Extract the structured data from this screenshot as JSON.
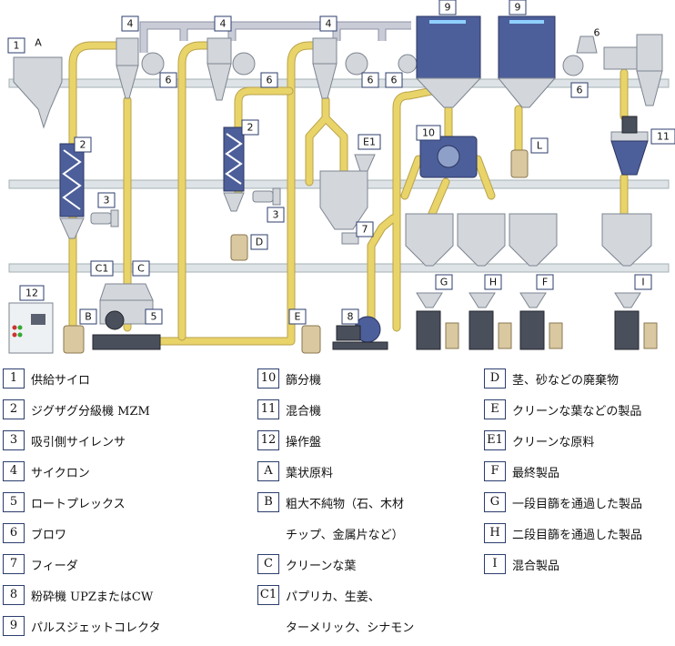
{
  "plant_labels": {
    "n1": "1",
    "A": "A",
    "n2a": "2",
    "n2b": "2",
    "n3a": "3",
    "n3b": "3",
    "n4a": "4",
    "n4b": "4",
    "n4c": "4",
    "n5": "5",
    "n6a": "6",
    "n6b": "6",
    "n6c": "6",
    "n6d": "6",
    "n6e": "6",
    "n6f": "6",
    "n7": "7",
    "n8": "8",
    "n9a": "9",
    "n9b": "9",
    "n10": "10",
    "n11": "11",
    "n12": "12",
    "B": "B",
    "C": "C",
    "C1": "C1",
    "D": "D",
    "E": "E",
    "E1": "E1",
    "F": "F",
    "G": "G",
    "H": "H",
    "I": "I",
    "L": "L"
  },
  "legend": {
    "col1": [
      {
        "code": "1",
        "text": "供給サイロ"
      },
      {
        "code": "2",
        "text": "ジグザグ分級機 MZM"
      },
      {
        "code": "3",
        "text": "吸引側サイレンサ"
      },
      {
        "code": "4",
        "text": "サイクロン"
      },
      {
        "code": "5",
        "text": "ロートプレックス"
      },
      {
        "code": "6",
        "text": "ブロワ"
      },
      {
        "code": "7",
        "text": "フィーダ"
      },
      {
        "code": "8",
        "text": "粉砕機 UPZまたはCW"
      },
      {
        "code": "9",
        "text": "パルスジェットコレクタ"
      }
    ],
    "col2": [
      {
        "code": "10",
        "text": "篩分機"
      },
      {
        "code": "11",
        "text": "混合機"
      },
      {
        "code": "12",
        "text": "操作盤"
      },
      {
        "code": "A",
        "text": "葉状原料"
      },
      {
        "code": "B",
        "text": "粗大不純物（石、木材",
        "cont": "チップ、金属片など）"
      },
      {
        "code": "C",
        "text": "クリーンな葉"
      },
      {
        "code": "C1",
        "text": "パプリカ、生姜、",
        "cont": "ターメリック、シナモン"
      }
    ],
    "col3": [
      {
        "code": "D",
        "text": "茎、砂などの廃棄物"
      },
      {
        "code": "E",
        "text": "クリーンな葉などの製品"
      },
      {
        "code": "E1",
        "text": "クリーンな原料"
      },
      {
        "code": "F",
        "text": "最終製品"
      },
      {
        "code": "G",
        "text": "一段目篩を通過した製品"
      },
      {
        "code": "H",
        "text": "二段目篩を通過した製品"
      },
      {
        "code": "I",
        "text": "混合製品"
      }
    ]
  }
}
